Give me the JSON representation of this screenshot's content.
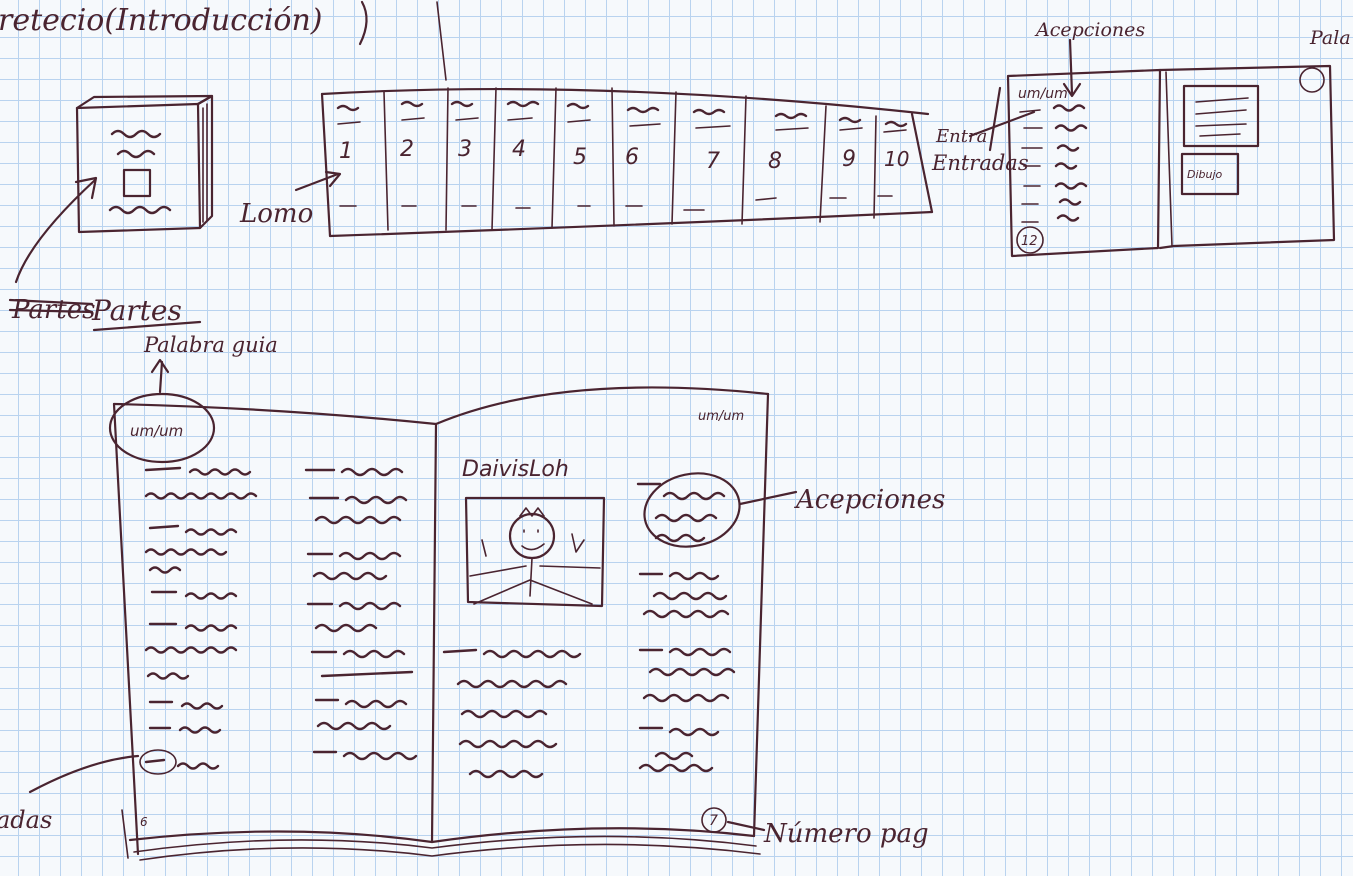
{
  "labels": {
    "top_title": "retecio(Introducción)",
    "partes": "Partes",
    "partes_struck": "Partes",
    "lomo": "Lomo",
    "acepciones_top": "Acepciones",
    "palabra_top": "Pala",
    "entradas_a": "Entra",
    "entradas_b": "Entradas",
    "palabra_guia": "Palabra guia",
    "acepciones_right": "Acepciones",
    "numero_pag": "Número pag",
    "entradas_bottom": "adas",
    "dibujo_title": "DaivisLoh",
    "guide_left": "um/um",
    "guide_right": "um/um",
    "page_left": "6",
    "page_right": "7",
    "page_top_detail": "12",
    "figure_caption": "Dibujo"
  },
  "volumes": [
    "1",
    "2",
    "3",
    "4",
    "5",
    "6",
    "7",
    "8",
    "9",
    "10"
  ]
}
